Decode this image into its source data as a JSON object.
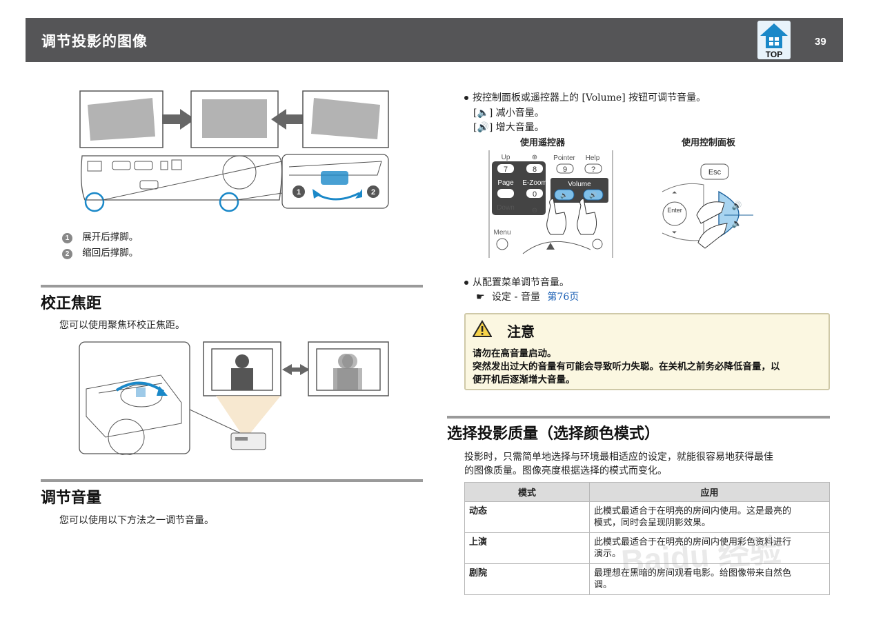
{
  "header": {
    "title": "调节投影的图像",
    "page_number": "39",
    "top_label": "TOP"
  },
  "feet": {
    "items": [
      {
        "num": "1",
        "text": "展开后撑脚。"
      },
      {
        "num": "2",
        "text": "缩回后撑脚。"
      }
    ],
    "diagram_nums": [
      "1",
      "2"
    ]
  },
  "focus": {
    "title": "校正焦距",
    "text": "您可以使用聚焦环校正焦距。"
  },
  "volume": {
    "title": "调节音量",
    "text": "您可以使用以下方法之一调节音量。",
    "bullet1": "按控制面板或遥控器上的 [Volume] 按钮可调节音量。",
    "decrease": "[🔈] 减小音量。",
    "increase": "[🔊] 增大音量。",
    "remote_label": "使用遥控器",
    "panel_label": "使用控制面板",
    "remote": {
      "up": "Up",
      "zoom_plus": "⊕",
      "pointer": "Pointer",
      "help": "Help",
      "k7": "7",
      "k8": "8",
      "k9": "9",
      "kq": "?",
      "page": "Page",
      "ezoom": "E-Zoom",
      "volume": "Volume",
      "k0": "0",
      "down": "Down",
      "zoom_minus": "⊖",
      "menu": "Menu"
    },
    "panel": {
      "esc": "Esc",
      "enter": "Enter"
    },
    "bullet2": "从配置菜单调节音量。",
    "ref_text": "设定 - 音量",
    "ref_link": "第76页"
  },
  "caution": {
    "title": "注意",
    "line1": "请勿在高音量启动。",
    "line2": "突然发出过大的音量有可能会导致听力失聪。在关机之前务必降低音量，以",
    "line3": "便开机后逐渐增大音量。"
  },
  "quality": {
    "title": "选择投影质量（选择颜色模式）",
    "text1": "投影时，只需简单地选择与环境最相适应的设定，就能很容易地获得最佳",
    "text2": "的图像质量。图像亮度根据选择的模式而变化。",
    "table": {
      "headers": [
        "模式",
        "应用"
      ],
      "rows": [
        {
          "mode": "动态",
          "app1": "此模式最适合于在明亮的房间内使用。这是最亮的",
          "app2": "模式，同时会呈现阴影效果。"
        },
        {
          "mode": "上演",
          "app1": "此模式最适合于在明亮的房间内使用彩色资料进行",
          "app2": "演示。"
        },
        {
          "mode": "剧院",
          "app1": "最理想在黑暗的房间观看电影。给图像带来自然色",
          "app2": "调。"
        }
      ]
    }
  },
  "watermark": "Baidu 经验",
  "colors": {
    "header_bg": "#555557",
    "accent_blue": "#1a88c8",
    "caution_bg": "#fbf7e1",
    "link": "#1a5fb4"
  }
}
